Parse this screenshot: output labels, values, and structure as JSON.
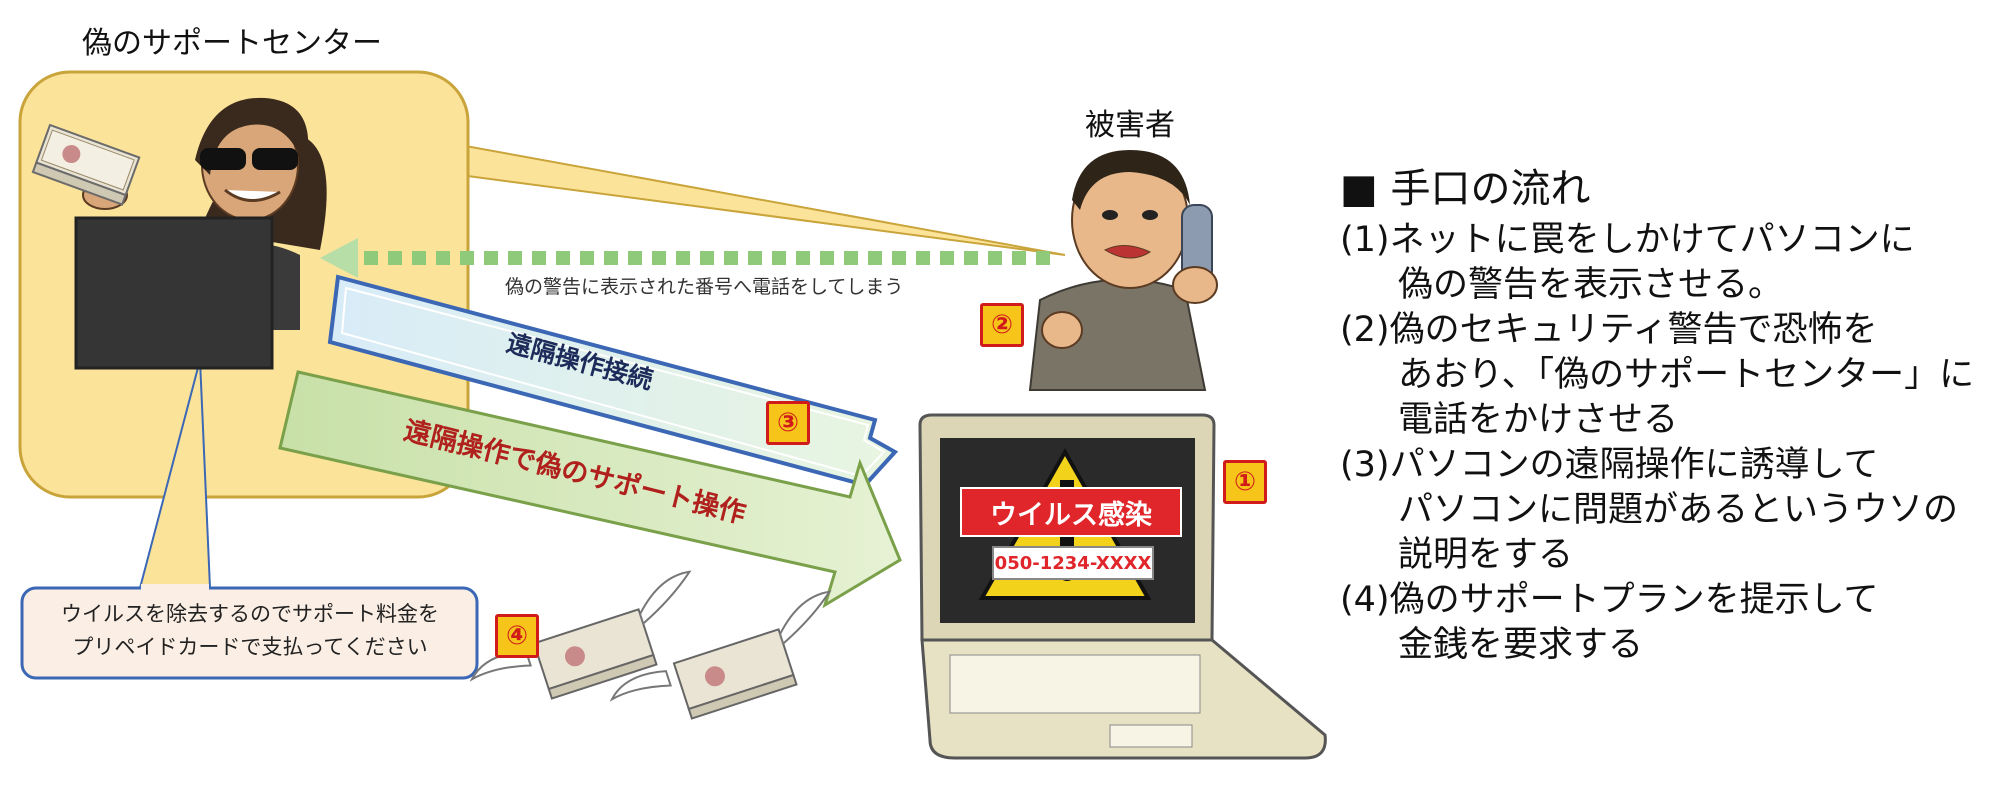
{
  "labels": {
    "fake_center": "偽のサポートセンター",
    "victim": "被害者"
  },
  "arrows": {
    "call": "偽の警告に表示された番号へ電話をしてしまう",
    "remote_connect": "遠隔操作接続",
    "fake_support": "遠隔操作で偽のサポート操作"
  },
  "screen": {
    "alert": "ウイルス感染",
    "phone": "050-1234-XXXX"
  },
  "speech": {
    "line1": "ウイルスを除去するのでサポート料金を",
    "line2": "プリペイドカードで支払ってください"
  },
  "badges": {
    "b1": "①",
    "b2": "②",
    "b3": "③",
    "b4": "④"
  },
  "flow": {
    "title": "■ 手口の流れ",
    "steps": [
      {
        "line1": "(1)ネットに罠をしかけてパソコンに",
        "line2": "偽の警告を表示させる。"
      },
      {
        "line1": "(2)偽のセキュリティ警告で恐怖を",
        "line2": "あおり、「偽のサポートセンター」に",
        "line3": "電話をかけさせる"
      },
      {
        "line1": "(3)パソコンの遠隔操作に誘導して",
        "line2": "パソコンに問題があるというウソの",
        "line3": "説明をする"
      },
      {
        "line1": "(4)偽のサポートプランを提示して",
        "line2": "金銭を要求する"
      }
    ]
  },
  "colors": {
    "center_fill": "#fce39a",
    "center_stroke": "#c9a43a",
    "badge_fill": "#f7c51a",
    "badge_stroke": "#d11a1a",
    "arrow_blue": "#3b67b5",
    "arrow_green": "#7aa04a",
    "alert_red": "#e0262a"
  }
}
